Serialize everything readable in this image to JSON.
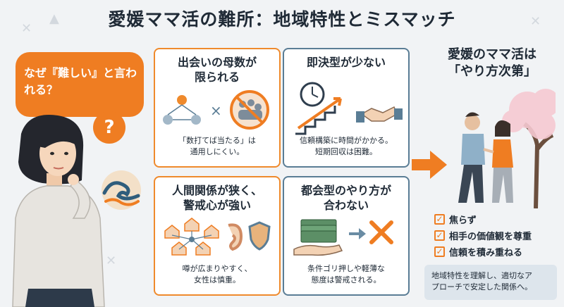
{
  "title": "愛媛ママ活の難所：地域特性とミスマッチ",
  "bubble": {
    "text": "なぜ『難しい』と言われる？",
    "question_mark": "?"
  },
  "cards": [
    {
      "title_line1": "出会いの母数が",
      "title_line2": "限られる",
      "text_line1": "「数打てば当たる」は",
      "text_line2": "通用しにくい。"
    },
    {
      "title_line1": "即決型が少ない",
      "title_line2": "",
      "text_line1": "信頼構築に時間がかかる。",
      "text_line2": "短期回収は困難。"
    },
    {
      "title_line1": "人間関係が狭く、",
      "title_line2": "警戒心が強い",
      "text_line1": "噂が広まりやすく、",
      "text_line2": "女性は慎重。"
    },
    {
      "title_line1": "都会型のやり方が",
      "title_line2": "合わない",
      "text_line1": "条件ゴリ押しや軽薄な",
      "text_line2": "態度は警戒される。"
    }
  ],
  "right": {
    "title_line1": "愛媛のママ活は",
    "title_line2": "「やり方次第」",
    "checks": [
      "焦らず",
      "相手の価値観を尊重",
      "信頼を積み重ねる"
    ],
    "note_line1": "地域特性を理解し、適切なア",
    "note_line2": "プローチで安定した関係へ。"
  },
  "icons": {
    "person": "thinking-woman-icon",
    "wave": "wave-icon",
    "network": "people-network-icon",
    "crowd_prohibited": "crowd-prohibited-icon",
    "clock": "clock-icon",
    "stairs": "rising-stairs-icon",
    "handshake": "handshake-icon",
    "houses": "house-network-icon",
    "ear": "ear-icon",
    "shield": "shield-icon",
    "money": "money-hand-icon",
    "cross": "cross-mark-icon",
    "couple": "couple-walking-icon",
    "tree": "cherry-tree-icon",
    "check": "checkbox-icon",
    "arrow": "arrow-right-icon"
  },
  "colors": {
    "accent_orange": "#ef7d22",
    "accent_blue": "#5a7d95",
    "background": "#f1f3f5",
    "text": "#1f2a36"
  }
}
